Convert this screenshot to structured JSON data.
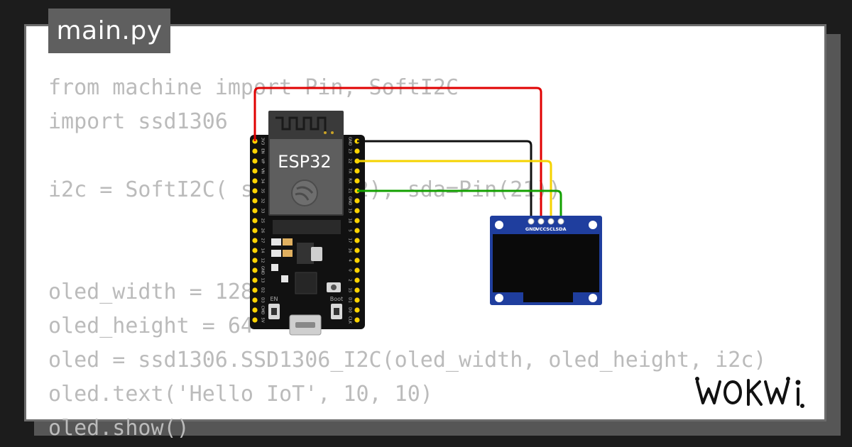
{
  "file_tab": {
    "label": "main.py"
  },
  "code": {
    "lines": [
      "from machine import Pin, SoftI2C",
      "import ssd1306",
      "",
      "i2c = SoftI2C( scl=Pin(22), sda=Pin(21))",
      "",
      "",
      "oled_width = 128",
      "oled_height = 64",
      "oled = ssd1306.SSD1306_I2C(oled_width, oled_height, i2c)",
      "oled.text('Hello IoT', 10, 10)",
      "oled.show()"
    ]
  },
  "esp32": {
    "label": "ESP32",
    "left_pins": [
      "3V3",
      "EN",
      "VP",
      "VN",
      "34",
      "35",
      "32",
      "33",
      "25",
      "26",
      "27",
      "14",
      "12",
      "GND",
      "13",
      "D2",
      "D3",
      "CMD",
      "5V"
    ],
    "right_pins": [
      "GND",
      "23",
      "22",
      "TX",
      "RX",
      "21",
      "GND",
      "19",
      "18",
      "5",
      "17",
      "16",
      "4",
      "0",
      "2",
      "15",
      "D1",
      "D0",
      "CLK"
    ],
    "en_label": "EN",
    "boot_label": "Boot"
  },
  "oled": {
    "pins": [
      "GND",
      "VCC",
      "SCL",
      "SDA"
    ]
  },
  "wire_colors": {
    "vcc": "#e00000",
    "gnd": "#111111",
    "scl": "#f5d300",
    "sda": "#13a000"
  },
  "brand": {
    "name": "WOKWI"
  }
}
